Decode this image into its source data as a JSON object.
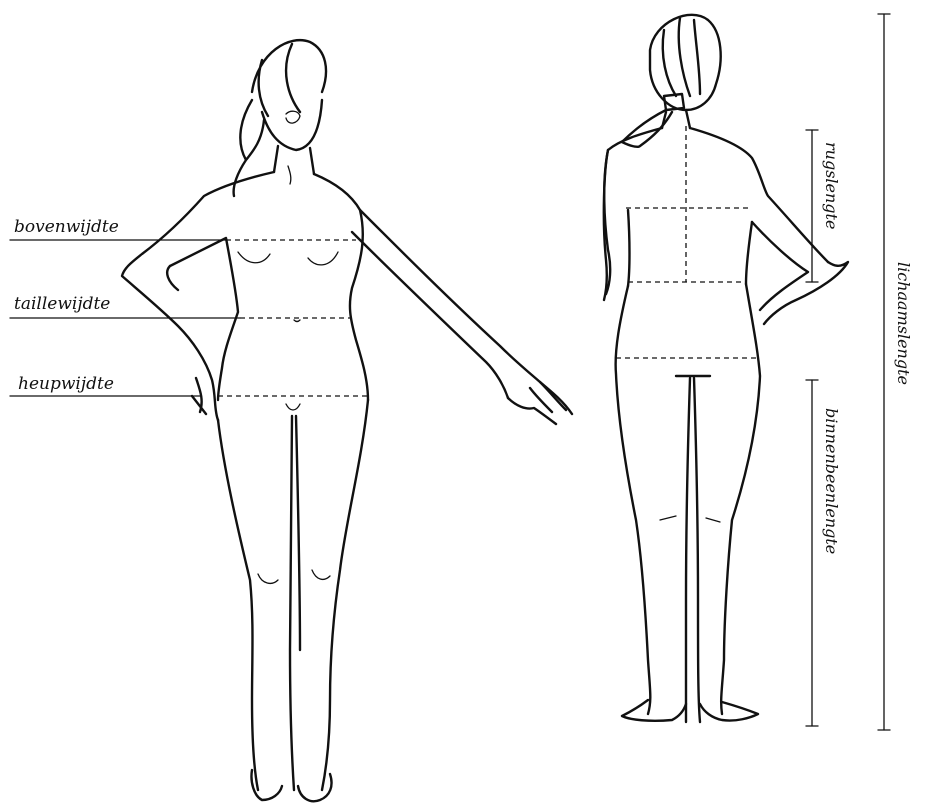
{
  "labels": {
    "bust": "bovenwijdte",
    "waist": "taillewijdte",
    "hip": "heupwijdte",
    "back_length": "rugslengte",
    "inseam": "binnenbeenlengte",
    "body_length": "lichaamslengte"
  },
  "colors": {
    "ink": "#111111",
    "background": "#ffffff"
  }
}
